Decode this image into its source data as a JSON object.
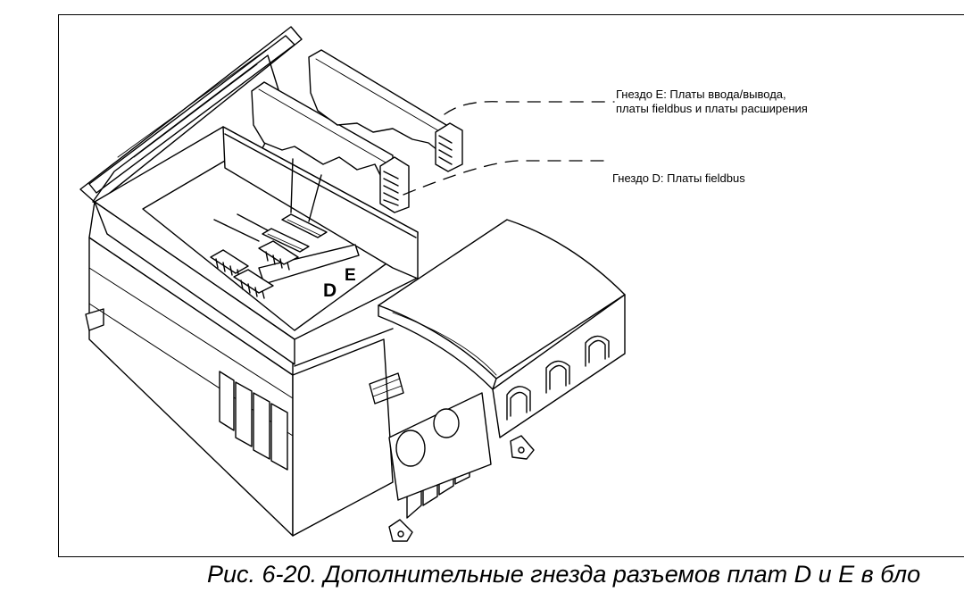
{
  "figure": {
    "callouts": {
      "slot_e_line1": "Гнездо E: Платы ввода/вывода,",
      "slot_e_line2": "платы fieldbus и платы расширения",
      "slot_d": "Гнездо D: Платы fieldbus"
    },
    "slot_labels": {
      "d": "D",
      "e": "E"
    },
    "caption": "Рис. 6-20. Дополнительные гнезда разъемов плат D и E в бло"
  },
  "colors": {
    "line": "#000000",
    "background": "#ffffff"
  }
}
